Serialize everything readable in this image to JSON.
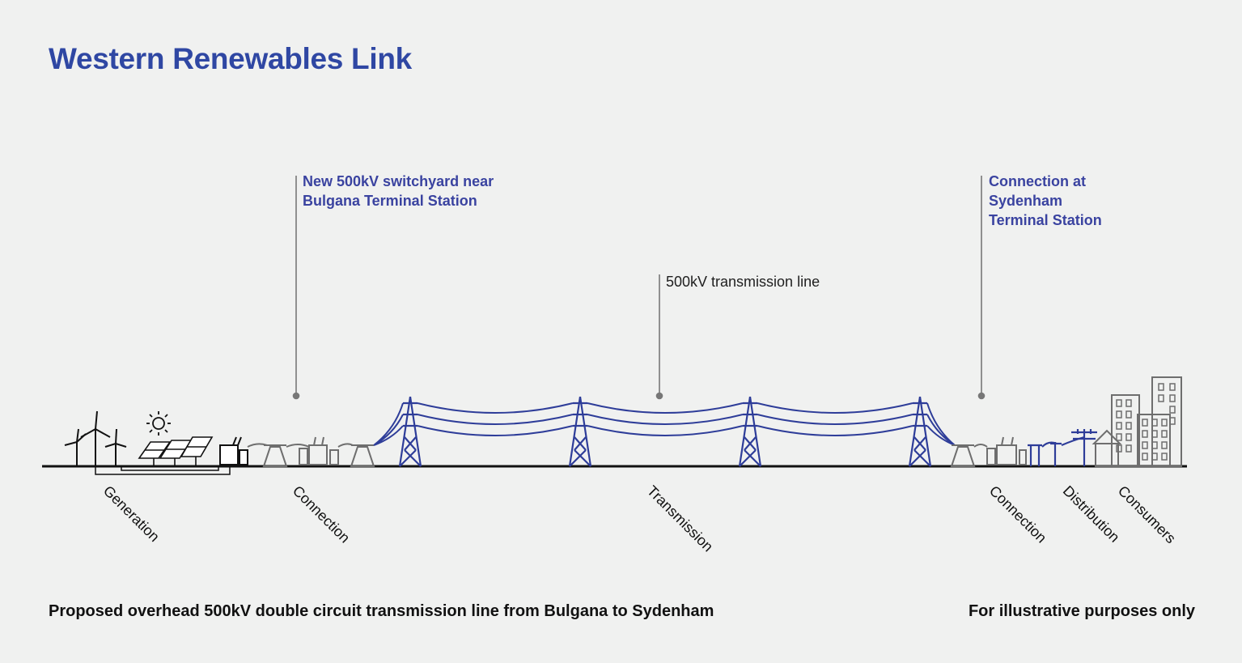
{
  "title": "Western Renewables Link",
  "callouts": {
    "switchyard": [
      "New 500kV switchyard near",
      "Bulgana Terminal Station"
    ],
    "transmission_line": "500kV transmission line",
    "sydenham": [
      "Connection at",
      "Sydenham",
      "Terminal Station"
    ]
  },
  "stages": {
    "generation": "Generation",
    "connection_left": "Connection",
    "transmission": "Transmission",
    "connection_right": "Connection",
    "distribution": "Distribution",
    "consumers": "Consumers"
  },
  "footer": {
    "left": "Proposed overhead 500kV double circuit transmission line from Bulgana to Sydenham",
    "right": "For illustrative purposes only"
  },
  "colors": {
    "accent": "#2f47a3",
    "tower": "#2e3d99",
    "grey": "#6e6e6e",
    "ground": "#111111"
  }
}
